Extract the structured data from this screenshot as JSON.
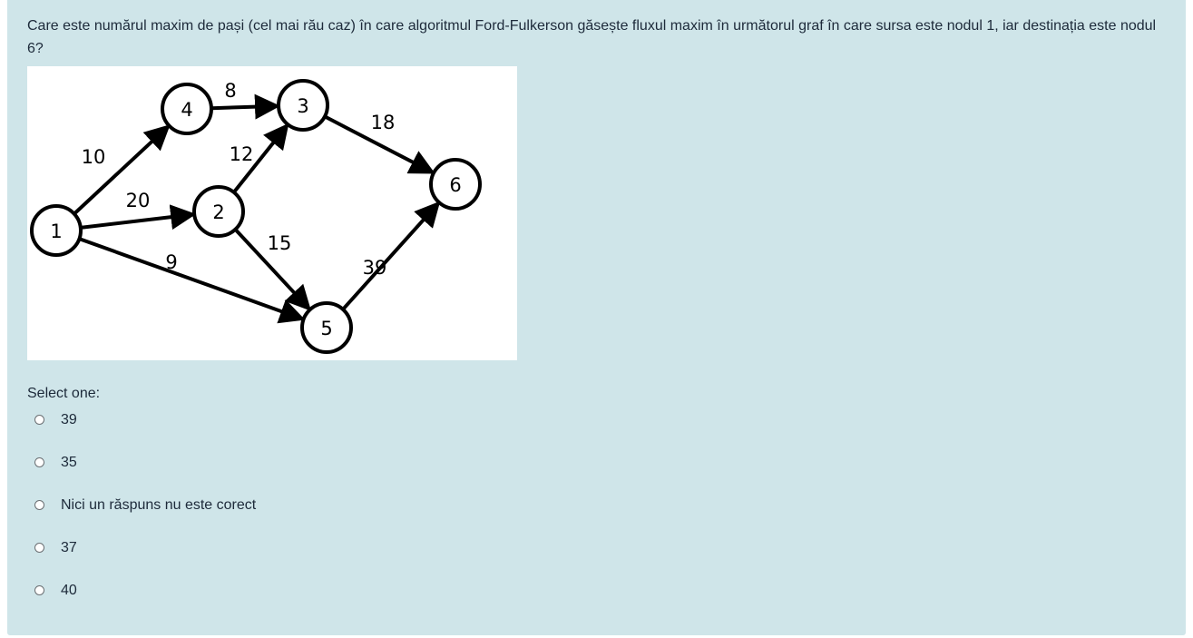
{
  "question": {
    "text": "Care este numărul maxim de pași (cel mai rău caz) în care algoritmul Ford-Fulkerson găsește fluxul maxim în următorul graf în care sursa este nodul 1, iar destinația este nodul 6?"
  },
  "graph": {
    "nodes": [
      {
        "id": "1",
        "label": "1"
      },
      {
        "id": "2",
        "label": "2"
      },
      {
        "id": "3",
        "label": "3"
      },
      {
        "id": "4",
        "label": "4"
      },
      {
        "id": "5",
        "label": "5"
      },
      {
        "id": "6",
        "label": "6"
      }
    ],
    "edges": [
      {
        "from": "1",
        "to": "4",
        "capacity": "10"
      },
      {
        "from": "1",
        "to": "2",
        "capacity": "20"
      },
      {
        "from": "1",
        "to": "5",
        "capacity": "9"
      },
      {
        "from": "4",
        "to": "3",
        "capacity": "8"
      },
      {
        "from": "2",
        "to": "3",
        "capacity": "12"
      },
      {
        "from": "2",
        "to": "5",
        "capacity": "15"
      },
      {
        "from": "3",
        "to": "6",
        "capacity": "18"
      },
      {
        "from": "5",
        "to": "6",
        "capacity": "39"
      }
    ]
  },
  "answer": {
    "prompt": "Select one:",
    "options": [
      {
        "label": "39"
      },
      {
        "label": "35"
      },
      {
        "label": "Nici un răspuns nu este corect"
      },
      {
        "label": "37"
      },
      {
        "label": "40"
      }
    ]
  }
}
